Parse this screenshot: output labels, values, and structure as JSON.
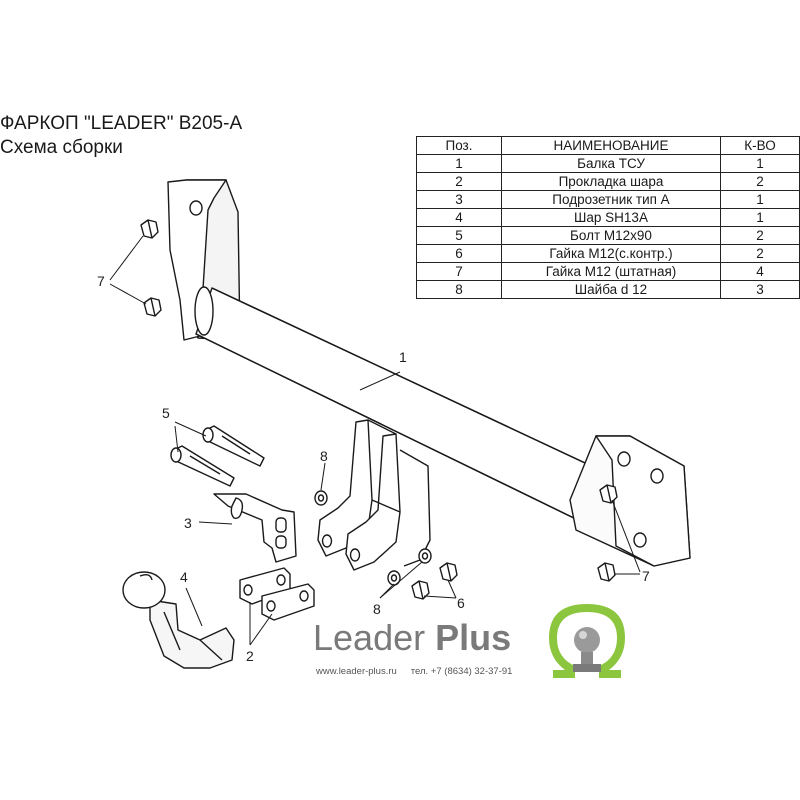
{
  "title": {
    "line1": "ФАРКОП \"LEADER\" B205-A",
    "line2": "Схема сборки"
  },
  "parts_table": {
    "headers": [
      "Поз.",
      "НАИМЕНОВАНИЕ",
      "К-ВО"
    ],
    "rows": [
      [
        "1",
        "Балка ТСУ",
        "1"
      ],
      [
        "2",
        "Прокладка шара",
        "2"
      ],
      [
        "3",
        "Подрозетник тип А",
        "1"
      ],
      [
        "4",
        "Шар SH13A",
        "1"
      ],
      [
        "5",
        "Болт М12х90",
        "2"
      ],
      [
        "6",
        "Гайка М12(с.контр.)",
        "2"
      ],
      [
        "7",
        "Гайка М12 (штатная)",
        "4"
      ],
      [
        "8",
        "Шайба d 12",
        "3"
      ]
    ]
  },
  "callouts": {
    "c1": "1",
    "c2": "2",
    "c3": "3",
    "c4": "4",
    "c5": "5",
    "c6": "6",
    "c7a": "7",
    "c7b": "7",
    "c8a": "8",
    "c8b": "8"
  },
  "brand": {
    "name_light": "Leader",
    "name_bold": "Plus",
    "website": "www.leader-plus.ru",
    "phone": "тел. +7 (8634) 32-37-91",
    "logo_icon": "omega-ball-logo-icon",
    "logo_color": "#8cc63f",
    "text_color": "#7a7a7a"
  }
}
